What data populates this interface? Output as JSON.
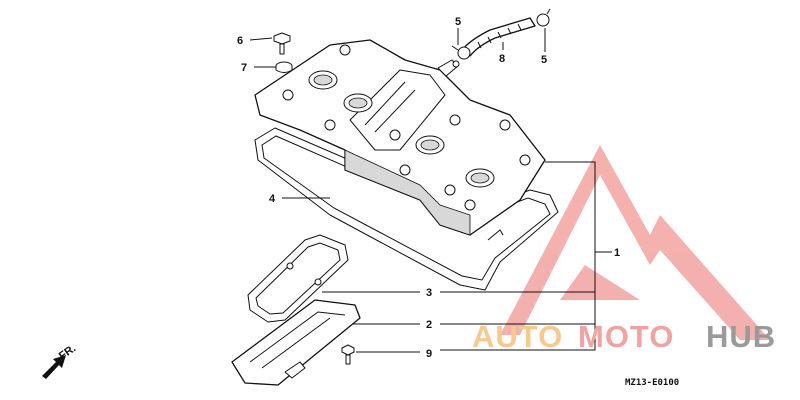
{
  "callouts": {
    "c1": "1",
    "c2": "2",
    "c3": "3",
    "c4": "4",
    "c5a": "5",
    "c5b": "5",
    "c6": "6",
    "c7": "7",
    "c8": "8",
    "c9": "9"
  },
  "direction_label": "FR.",
  "diagram_code": "MZ13-E0100",
  "watermark": {
    "part1": "AUTO",
    "part2": "MOTO",
    "part3": "HUB",
    "color_primary": "#f2a3a0",
    "color_secondary": "#f7c98f",
    "color_dark": "#9a9a9a"
  }
}
